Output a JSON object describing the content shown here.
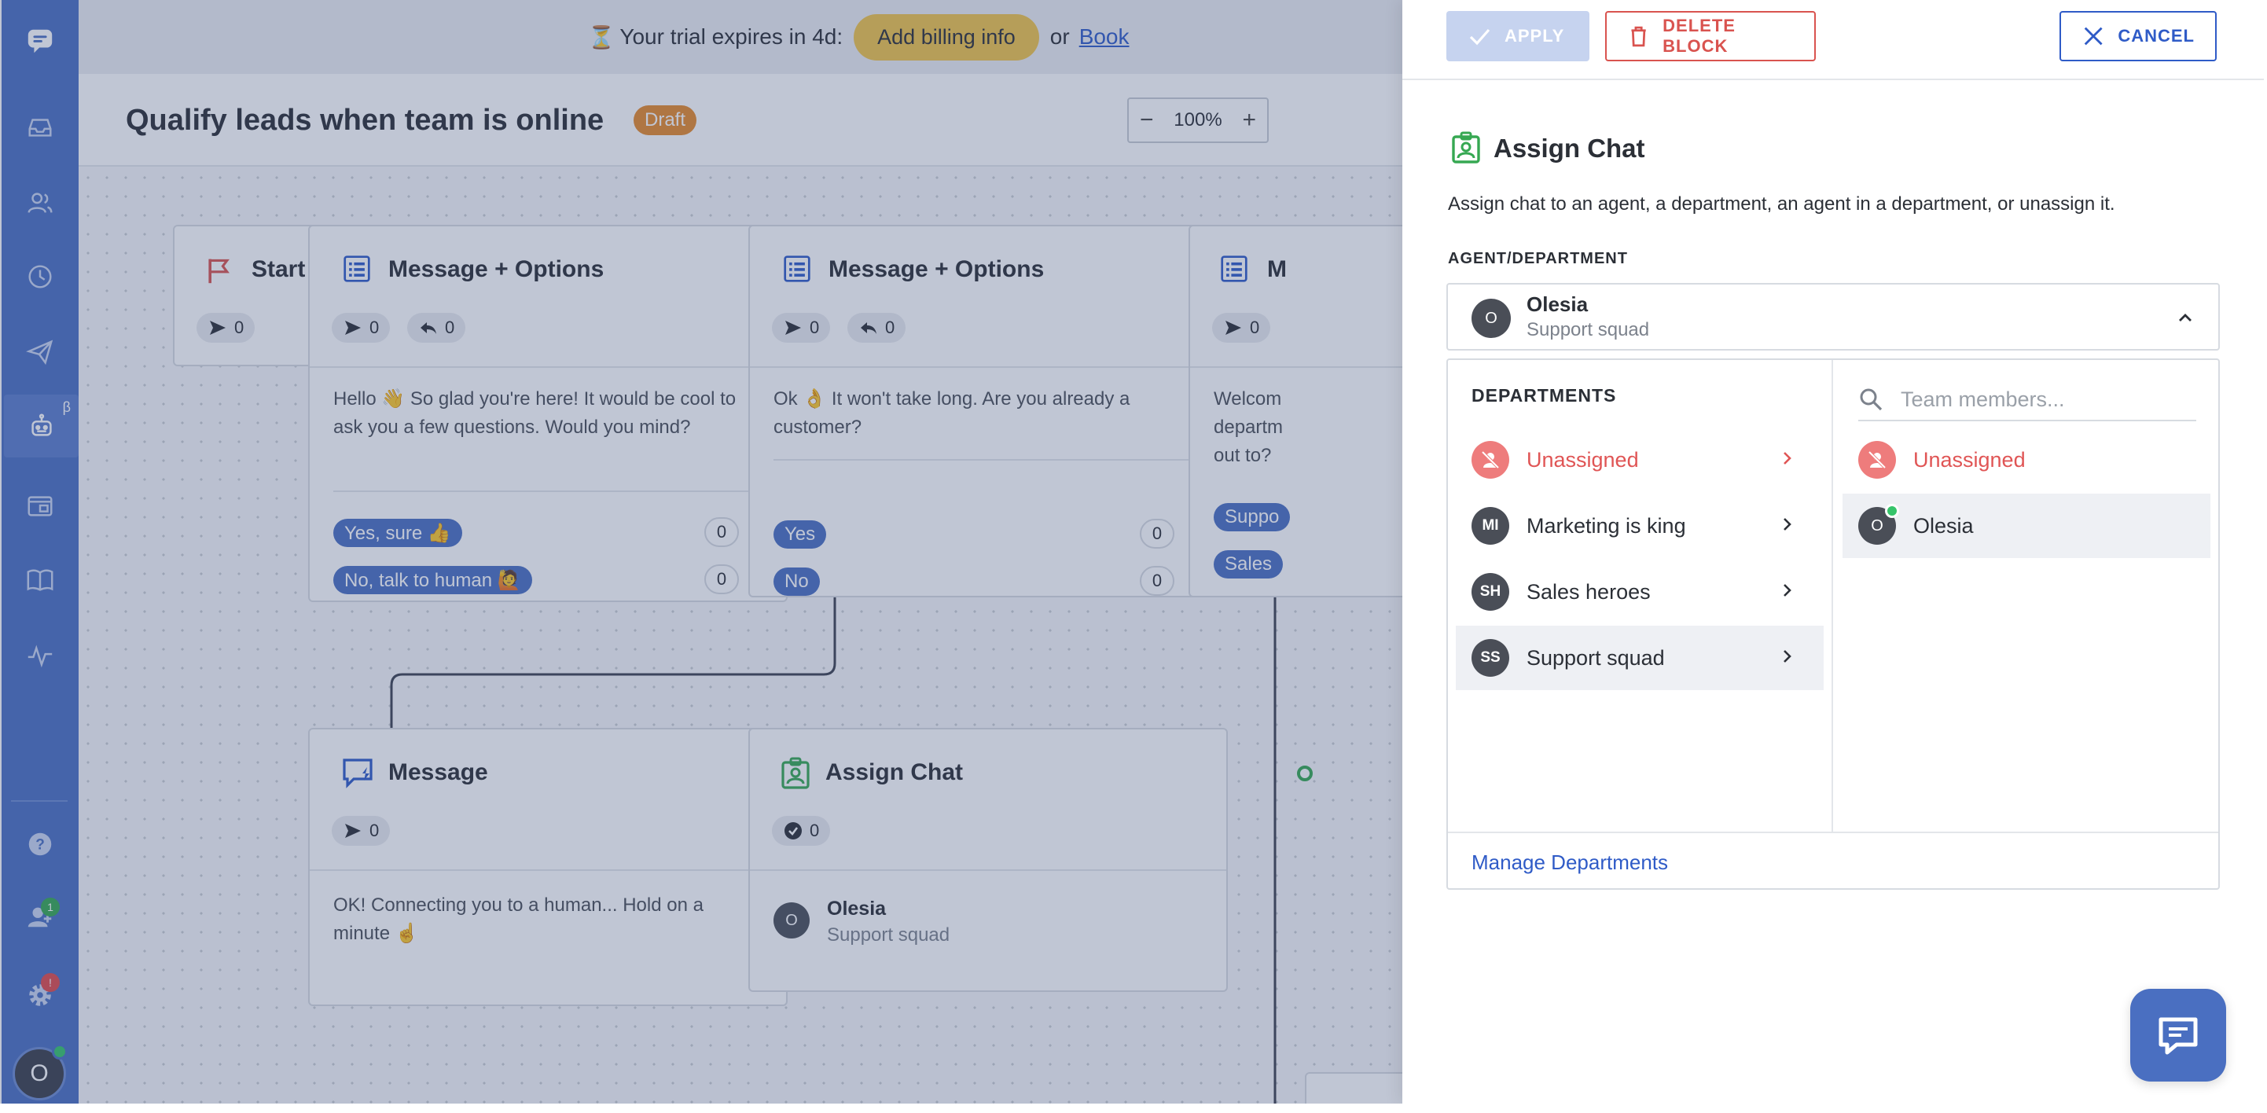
{
  "trial": {
    "hourglass": "⏳",
    "text": "Your trial expires in 4d:",
    "billing_label": "Add billing info",
    "or": "or",
    "book_label": "Book"
  },
  "flow": {
    "title": "Qualify leads when team is online",
    "status_badge": "Draft",
    "zoom": "100%",
    "zoom_out": "−",
    "zoom_in": "+"
  },
  "nodes": {
    "start": {
      "title": "Start",
      "sent": "0"
    },
    "msg_options_1": {
      "title": "Message + Options",
      "sent": "0",
      "replied": "0",
      "text": "Hello 👋 So glad you're here! It would be cool to ask you a few questions. Would you mind?",
      "options": [
        {
          "label": "Yes, sure 👍",
          "count": "0"
        },
        {
          "label": "No, talk to human 🙋",
          "count": "0"
        }
      ]
    },
    "msg_options_2": {
      "title": "Message + Options",
      "sent": "0",
      "replied": "0",
      "text": "Ok 👌 It won't take long. Are you already a customer?",
      "options": [
        {
          "label": "Yes",
          "count": "0"
        },
        {
          "label": "No",
          "count": "0"
        }
      ]
    },
    "msg_options_3": {
      "title": "M",
      "sent": "0",
      "text_lines": [
        "Welcom",
        "departm",
        "out to?"
      ],
      "options": [
        {
          "label": "Suppo"
        },
        {
          "label": "Sales "
        }
      ]
    },
    "message": {
      "title": "Message",
      "sent": "0",
      "text": "OK! Connecting you to a human... Hold on a minute ☝️"
    },
    "assign_chat": {
      "title": "Assign Chat",
      "count": "0",
      "agent_initial": "O",
      "agent_name": "Olesia",
      "agent_dept": "Support squad"
    }
  },
  "sidebar": {
    "beta": "β",
    "help_badge": "1",
    "settings_badge": "!",
    "user_initial": "O"
  },
  "panel": {
    "apply_label": "APPLY",
    "delete_label": "DELETE BLOCK",
    "cancel_label": "CANCEL",
    "block_title": "Assign Chat",
    "block_desc": "Assign chat to an agent, a department, an agent in a department, or unassign it.",
    "field_label": "AGENT/DEPARTMENT",
    "selected": {
      "initial": "O",
      "name": "Olesia",
      "dept": "Support squad"
    },
    "departments_header": "DEPARTMENTS",
    "departments": [
      {
        "initials": "",
        "name": "Unassigned"
      },
      {
        "initials": "MI",
        "name": "Marketing is king"
      },
      {
        "initials": "SH",
        "name": "Sales heroes"
      },
      {
        "initials": "SS",
        "name": "Support squad"
      }
    ],
    "search_placeholder": "Team members...",
    "members": [
      {
        "initial": "",
        "name": "Unassigned"
      },
      {
        "initial": "O",
        "name": "Olesia"
      }
    ],
    "manage_link": "Manage Departments"
  },
  "colors": {
    "sidebar": "#4a6fc1",
    "accent": "#2f5bc7",
    "danger": "#d9534f",
    "draft": "#e6892a",
    "billing": "#f1c54a",
    "online": "#36c46a"
  }
}
